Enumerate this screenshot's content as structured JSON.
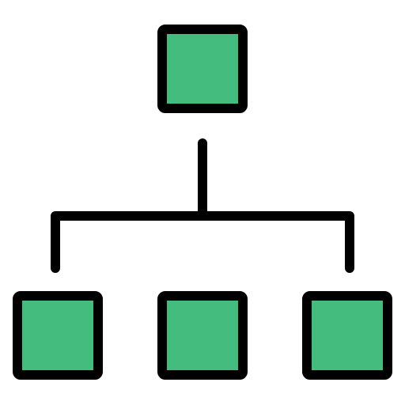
{
  "icon": {
    "name": "hierarchy-icon",
    "colors": {
      "node_fill": "#43bc7e",
      "stroke": "#000000",
      "background": "#ffffff"
    },
    "nodes": [
      {
        "id": "root",
        "level": 0
      },
      {
        "id": "child-left",
        "level": 1
      },
      {
        "id": "child-center",
        "level": 1
      },
      {
        "id": "child-right",
        "level": 1
      }
    ]
  }
}
